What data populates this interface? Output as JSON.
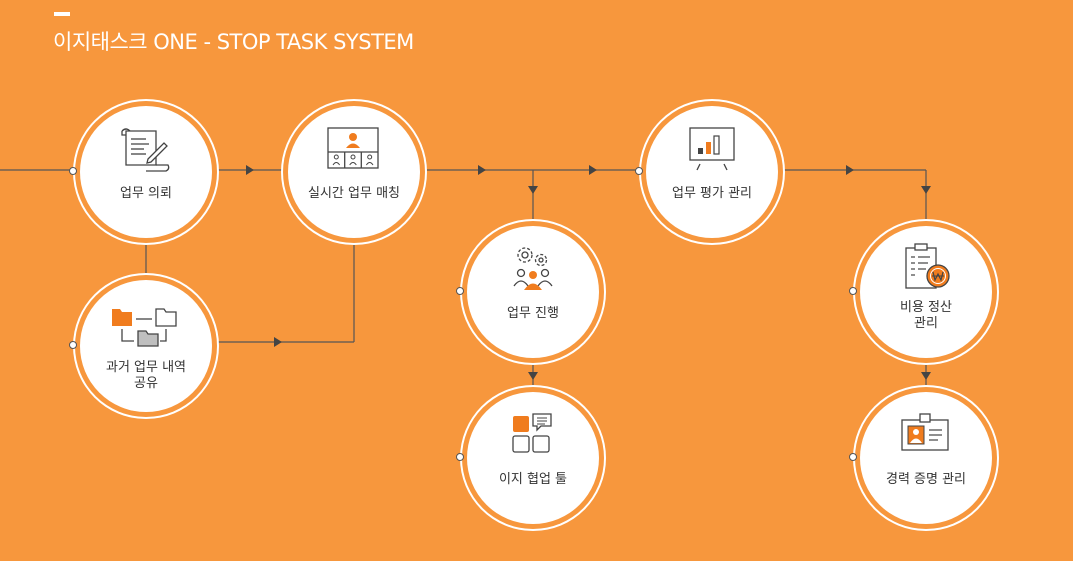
{
  "header": {
    "title": "이지태스크  ONE - STOP TASK SYSTEM"
  },
  "nodes": {
    "request": {
      "label": "업무 의뢰"
    },
    "matching": {
      "label": "실시간 업무 매칭"
    },
    "history": {
      "label": "과거 업무 내역\n공유"
    },
    "progress": {
      "label": "업무 진행"
    },
    "collab": {
      "label": "이지 협업 툴"
    },
    "evaluation": {
      "label": "업무 평가 관리"
    },
    "settlement": {
      "label": "비용 정산\n관리"
    },
    "career": {
      "label": "경력 증명 관리"
    }
  },
  "colors": {
    "background": "#F7973D",
    "accent": "#F07C1E",
    "line": "#555555"
  }
}
